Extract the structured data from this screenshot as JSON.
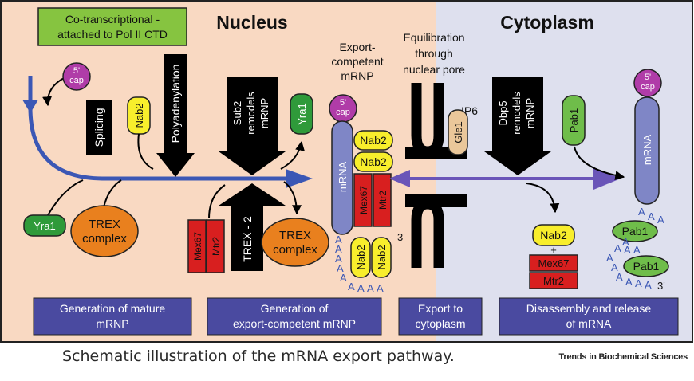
{
  "regions": {
    "nucleus": "Nucleus",
    "cytoplasm": "Cytoplasm"
  },
  "top_note": [
    "Co-transcriptional -",
    "attached to Pol II CTD"
  ],
  "cap": [
    "5'",
    "cap"
  ],
  "steps": {
    "splicing": "Splicing",
    "polyadenylation": "Polyadenylation",
    "sub2": [
      "Sub2",
      "remodels",
      "mRNP"
    ],
    "trex2": "TREX - 2",
    "dbp5": [
      "Dbp5",
      "remodels",
      "mRNP"
    ],
    "export_competent": [
      "Export-",
      "competent",
      "mRNP"
    ],
    "equilibration": [
      "Equilibration",
      "through",
      "nuclear pore"
    ],
    "ip6": "IP6"
  },
  "proteins": {
    "yra1": "Yra1",
    "nab2": "Nab2",
    "trex": [
      "TREX",
      "complex"
    ],
    "mex67": "Mex67",
    "mtr2": "Mtr2",
    "gle1": "Gle1",
    "pab1": "Pab1",
    "mrna": "mRNA",
    "plus": "+",
    "three_prime": "3'",
    "polyA": "A"
  },
  "stages": [
    [
      "Generation of mature",
      "mRNP"
    ],
    [
      "Generation of",
      "export-competent mRNP"
    ],
    [
      "Export to",
      "cytoplasm"
    ],
    [
      "Disassembly and release",
      "of mRNA"
    ]
  ],
  "caption": "Schematic illustration of the mRNA export pathway.",
  "credit": "Trends in Biochemical Sciences",
  "colors": {
    "nucleus_bg": "#f9d9c2",
    "cytoplasm_bg": "#dee0ee",
    "green_box": "#86c440",
    "stage_box": "#4a4aa0",
    "blue_arrow": "#3b57b5",
    "purple_arrow": "#6a55b8",
    "mrna": "#7f86c6",
    "cap": "#b03ca8",
    "nab2": "#f8ee2c",
    "yra1": "#2f9a3a",
    "trex": "#e9801e",
    "mex67": "#d81f1f",
    "gle1": "#eac79a",
    "pab1": "#6fbd4a"
  }
}
